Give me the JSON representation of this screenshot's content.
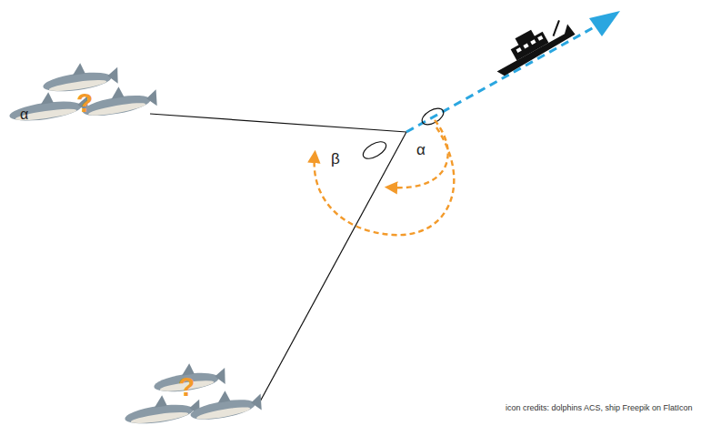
{
  "diagram": {
    "labels": [
      "α",
      "?",
      "β",
      "α",
      "?",
      "icon credits: dolphins ACS, ship Freepik on FlatIcon"
    ]
  }
}
